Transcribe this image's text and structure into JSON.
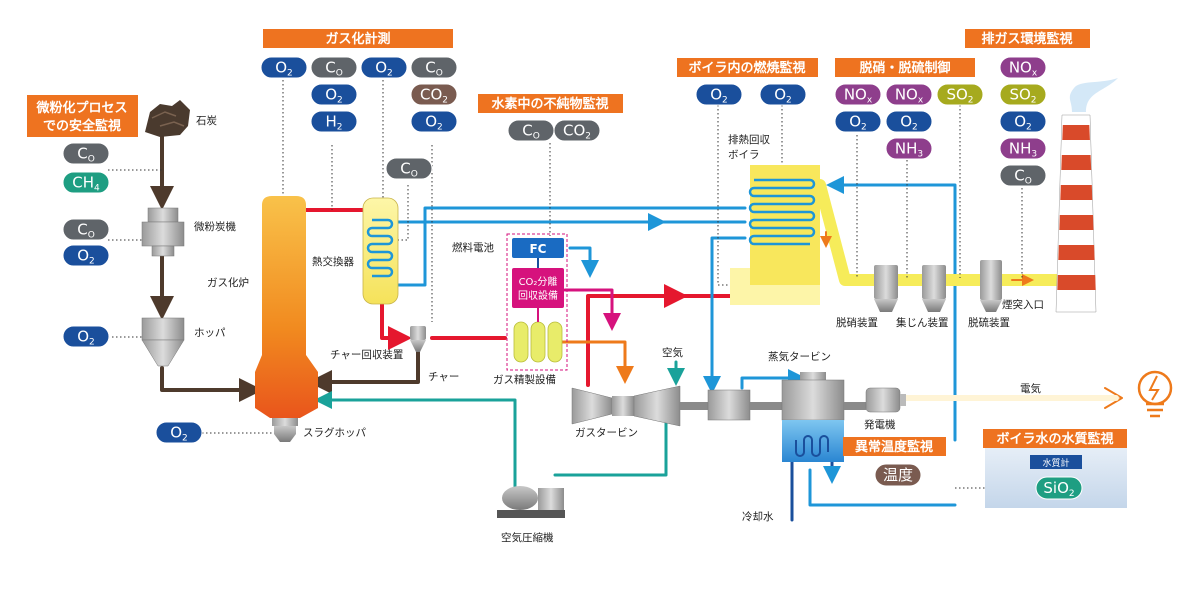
{
  "headers": {
    "safety": [
      "微粉化プロセス",
      "での安全監視"
    ],
    "gasification": "ガス化計測",
    "hydrogen": "水素中の不純物監視",
    "boiler_combustion": "ボイラ内の燃焼監視",
    "denox_desulf": "脱硝・脱硫制御",
    "exhaust": "排ガス環境監視",
    "anomaly_temp": "異常温度監視",
    "water_quality": "ボイラ水の水質監視"
  },
  "labels": {
    "coal": "石炭",
    "pulverizer": "微粉炭機",
    "hopper": "ホッパ",
    "gasifier": "ガス化炉",
    "heat_exchanger": "熱交換器",
    "char_recovery": "チャー回収装置",
    "char": "チャー",
    "slag_hopper": "スラグホッパ",
    "fuel_cell": "燃料電池",
    "fc": "FC",
    "co2_sep_1": "CO₂分離",
    "co2_sep_2": "回収設備",
    "gas_refining": "ガス精製設備",
    "air": "空気",
    "gas_turbine": "ガスタービン",
    "steam_turbine": "蒸気タービン",
    "generator": "発電機",
    "electricity": "電気",
    "air_compressor": "空気圧縮機",
    "cooling_water": "冷却水",
    "hrsg_1": "排熱回収",
    "hrsg_2": "ボイラ",
    "denox_unit": "脱硝装置",
    "dust_collector": "集じん装置",
    "desulf_unit": "脱硫装置",
    "stack_inlet": "煙突入口",
    "water_meter": "水質計"
  },
  "pills": {
    "safety_1": [
      "C",
      "O",
      ""
    ],
    "safety_2": [
      "CH",
      "4",
      ""
    ],
    "pulv_1": [
      "C",
      "O",
      ""
    ],
    "pulv_2": [
      "O",
      "2",
      ""
    ],
    "hopper_1": [
      "O",
      "2",
      ""
    ],
    "slag_1": [
      "O",
      "2",
      ""
    ],
    "g1": [
      "O",
      "2",
      ""
    ],
    "g2": [
      "C",
      "O",
      ""
    ],
    "g3": [
      "O",
      "2",
      ""
    ],
    "g4": [
      "H",
      "2",
      ""
    ],
    "g5": [
      "O",
      "2",
      ""
    ],
    "g6": [
      "C",
      "O",
      ""
    ],
    "g7": [
      "CO",
      "2",
      ""
    ],
    "g8": [
      "O",
      "2",
      ""
    ],
    "g9": [
      "C",
      "O",
      ""
    ],
    "h1": [
      "C",
      "O",
      ""
    ],
    "h2": [
      "CO",
      "2",
      ""
    ],
    "b1": [
      "O",
      "2",
      ""
    ],
    "b2": [
      "O",
      "2",
      ""
    ],
    "d1": [
      "NO",
      "x",
      ""
    ],
    "d2": [
      "NO",
      "x",
      ""
    ],
    "d3": [
      "SO",
      "2",
      ""
    ],
    "d4": [
      "O",
      "2",
      ""
    ],
    "d5": [
      "O",
      "2",
      ""
    ],
    "d6": [
      "NH",
      "3",
      ""
    ],
    "e1": [
      "NO",
      "x",
      ""
    ],
    "e2": [
      "SO",
      "2",
      ""
    ],
    "e3": [
      "O",
      "2",
      ""
    ],
    "e4": [
      "NH",
      "3",
      ""
    ],
    "e5": [
      "C",
      "O",
      ""
    ],
    "temp": [
      "温度",
      "",
      ""
    ],
    "sio2": [
      "SiO",
      "2",
      ""
    ]
  },
  "colors": {
    "header_orange": "#ee7320",
    "pill_navy": "#1a4f9c",
    "pill_gray": "#5f6469",
    "pill_teal": "#1e9e82",
    "pill_purple": "#8e3e8c",
    "pill_olive": "#a6aa1e",
    "pill_brown": "#7a5b50",
    "flow_red": "#e5172e",
    "flow_blue": "#1e96d8",
    "flow_teal": "#1aa29a",
    "flow_magenta": "#d6127d",
    "flow_orange": "#ee7a1b",
    "flow_brown": "#4e3a2c",
    "exhaust_yellow": "#f6ec5a"
  }
}
